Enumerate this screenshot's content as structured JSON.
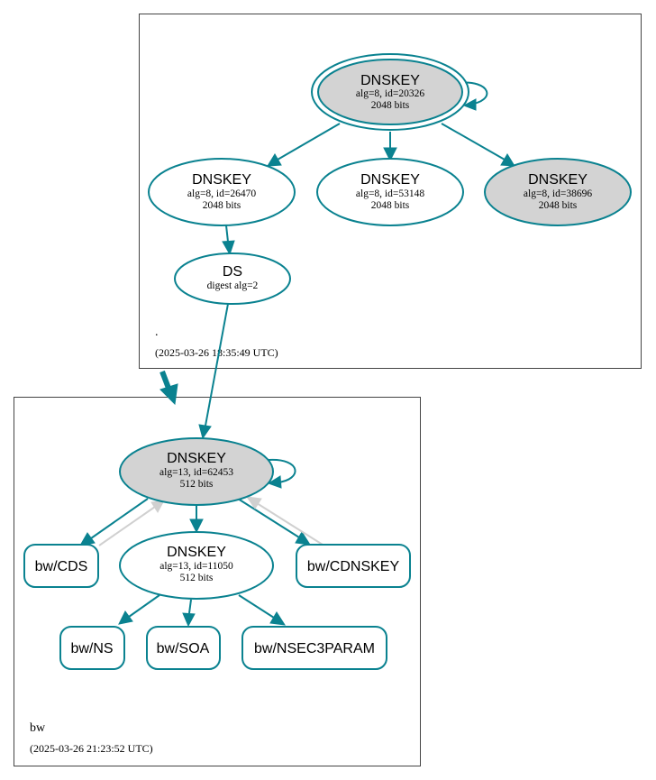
{
  "zones": [
    {
      "name": ".",
      "timestamp": "(2025-03-26 18:35:49 UTC)"
    },
    {
      "name": "bw",
      "timestamp": "(2025-03-26 21:23:52 UTC)"
    }
  ],
  "root_nodes": {
    "ksk": {
      "title": "DNSKEY",
      "alg": "alg=8, id=20326",
      "bits": "2048 bits"
    },
    "zsk1": {
      "title": "DNSKEY",
      "alg": "alg=8, id=26470",
      "bits": "2048 bits"
    },
    "zsk2": {
      "title": "DNSKEY",
      "alg": "alg=8, id=53148",
      "bits": "2048 bits"
    },
    "zsk3": {
      "title": "DNSKEY",
      "alg": "alg=8, id=38696",
      "bits": "2048 bits"
    },
    "ds": {
      "title": "DS",
      "sub": "digest alg=2"
    }
  },
  "bw_nodes": {
    "ksk": {
      "title": "DNSKEY",
      "alg": "alg=13, id=62453",
      "bits": "512 bits"
    },
    "zsk": {
      "title": "DNSKEY",
      "alg": "alg=13, id=11050",
      "bits": "512 bits"
    },
    "cds": "bw/CDS",
    "cdnskey": "bw/CDNSKEY",
    "ns": "bw/NS",
    "soa": "bw/SOA",
    "nsec3param": "bw/NSEC3PARAM"
  },
  "colors": {
    "edge": "#0a8290",
    "grey_edge": "#d0d0d0",
    "node_grey": "#d3d3d3"
  }
}
